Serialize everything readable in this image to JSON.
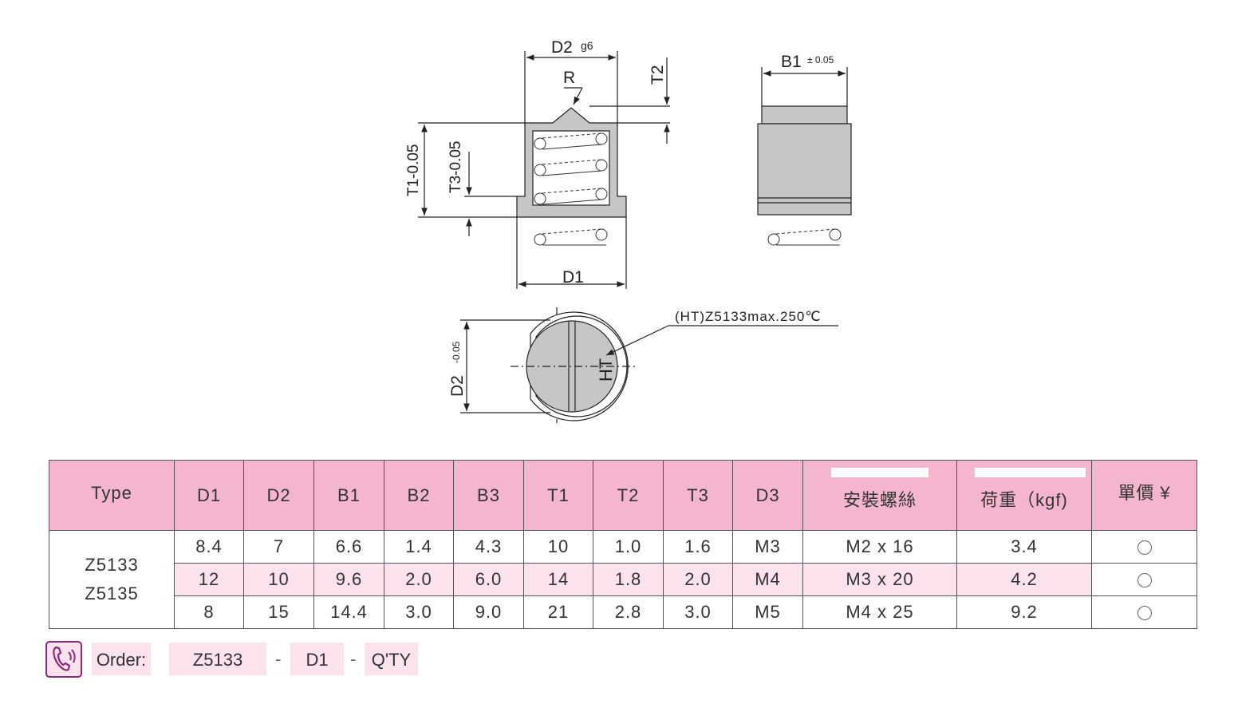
{
  "drawing": {
    "side_view": {
      "d2_label": "D2",
      "d2_tol": "g6",
      "r_label": "R",
      "t2_label": "T2",
      "t1_label": "T1-0.05",
      "t3_label": "T3-0.05",
      "d1_label": "D1"
    },
    "right_view": {
      "b1_label": "B1",
      "b1_tol": "± 0.05"
    },
    "top_view": {
      "d2_label": "D2",
      "d2_tol": "-0.05",
      "ht_mark": "HT",
      "ht_note": "(HT)Z5133max.250℃"
    }
  },
  "table": {
    "headers": [
      "Type",
      "D1",
      "D2",
      "B1",
      "B2",
      "B3",
      "T1",
      "T2",
      "T3",
      "D3",
      "安裝螺絲",
      "荷重（kgf)",
      "單價 ¥"
    ],
    "types": [
      "Z5133",
      "Z5135"
    ],
    "rows": [
      [
        "8.4",
        "7",
        "6.6",
        "1.4",
        "4.3",
        "10",
        "1.0",
        "1.6",
        "M3",
        "M2 x 16",
        "3.4"
      ],
      [
        "12",
        "10",
        "9.6",
        "2.0",
        "6.0",
        "14",
        "1.8",
        "2.0",
        "M4",
        "M3 x 20",
        "4.2"
      ],
      [
        "8",
        "15",
        "14.4",
        "3.0",
        "9.0",
        "21",
        "2.8",
        "3.0",
        "M5",
        "M4 x 25",
        "9.2"
      ]
    ],
    "price_mark": "circle"
  },
  "order": {
    "icon": "phone-icon",
    "label": "Order:",
    "part1": "Z5133",
    "sep": "-",
    "part2": "D1",
    "part3": "Q'TY"
  },
  "colors": {
    "header_pink": "#f4b6cf",
    "row_pink": "#fbe2ec",
    "icon_purple": "#8a2a7c",
    "part_gray": "#c6c6c6"
  }
}
